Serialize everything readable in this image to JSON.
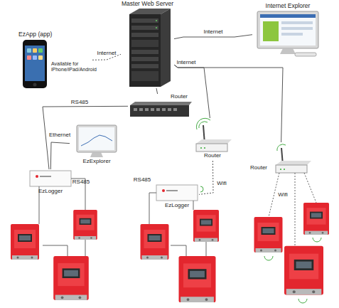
{
  "diagram": {
    "nodes": [
      {
        "text": [
          "Master Web Server"
        ]
      },
      {
        "text": [
          "Internet Explorer"
        ]
      },
      {
        "text": [
          "EzApp (app)",
          "Available for iPhone/iPad/Android"
        ]
      },
      {
        "text": [
          "Router"
        ]
      },
      {
        "text": [
          "Router"
        ]
      },
      {
        "text": [
          "EzExplorer"
        ]
      },
      {
        "text": [
          "Router"
        ]
      },
      {
        "text": [
          "EzLogger"
        ]
      },
      {
        "text": [
          "EzLogger"
        ]
      }
    ],
    "edges": [
      {
        "from": 2,
        "to": 0,
        "label": "Internet",
        "arrow": "none"
      },
      {
        "from": 0,
        "to": 1,
        "label": "Internet",
        "arrow": "none"
      },
      {
        "from": 0,
        "to": 3,
        "arrow": "none"
      },
      {
        "from": 0,
        "to": 4,
        "label": "Internet",
        "arrow": "none"
      },
      {
        "from": 0,
        "to": 6,
        "arrow": "none"
      },
      {
        "from": 3,
        "to": 7,
        "label": "RS485",
        "arrow": "none"
      },
      {
        "from": 5,
        "to": 7,
        "label": "Ethernet",
        "arrow": "none"
      },
      {
        "from": 4,
        "to": 8,
        "label": "Wifi",
        "arrow": "none"
      }
    ],
    "labels": [
      "RS485",
      "RS485",
      "Wifi"
    ]
  }
}
